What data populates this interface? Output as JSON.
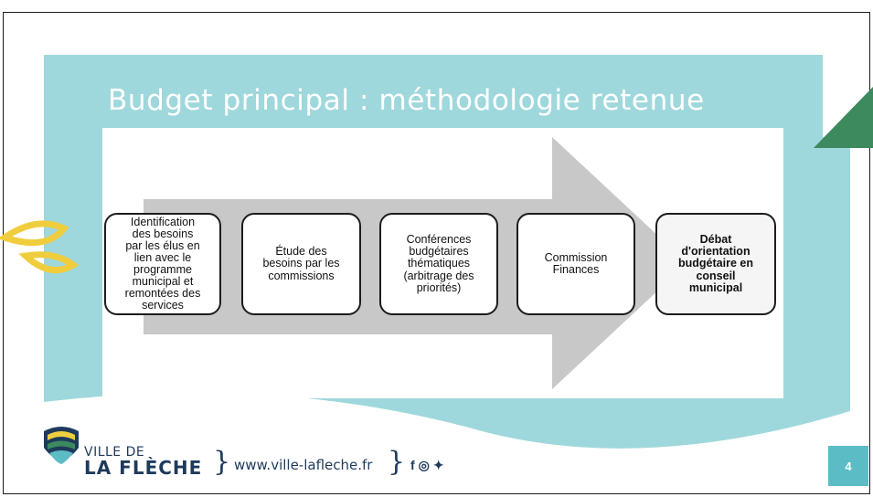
{
  "slide": {
    "title": "Budget principal : méthodologie retenue",
    "steps": [
      {
        "lines": [
          "Identification",
          "des besoins",
          "par les élus en",
          "lien avec le",
          "programme",
          "municipal et",
          "remontées des",
          "services"
        ],
        "emphasis": false
      },
      {
        "lines": [
          "Étude des",
          "besoins par les",
          "commissions"
        ],
        "emphasis": false
      },
      {
        "lines": [
          "Conférences",
          "budgétaires",
          "thématiques",
          "(arbitrage des",
          "priorités)"
        ],
        "emphasis": false
      },
      {
        "lines": [
          "Commission",
          "Finances"
        ],
        "emphasis": false
      },
      {
        "lines": [
          "Débat",
          "d'orientation",
          "budgétaire en",
          "conseil",
          "municipal"
        ],
        "emphasis": true
      }
    ],
    "page_number": "4"
  },
  "footer": {
    "brand_small": "VILLE DE",
    "brand_big": "LA FLÈCHE",
    "website": "www.ville-lafleche.fr",
    "social_icons": [
      "facebook-icon",
      "instagram-icon",
      "twitter-icon"
    ]
  },
  "colors": {
    "teal": "#9fd8dc",
    "arrow_gray": "#c8c8c8",
    "navy": "#1e3a5b",
    "leaf_yellow": "#f0cd3c",
    "corner_green": "#3d8a5f",
    "page_badge": "#5cbcc6"
  }
}
